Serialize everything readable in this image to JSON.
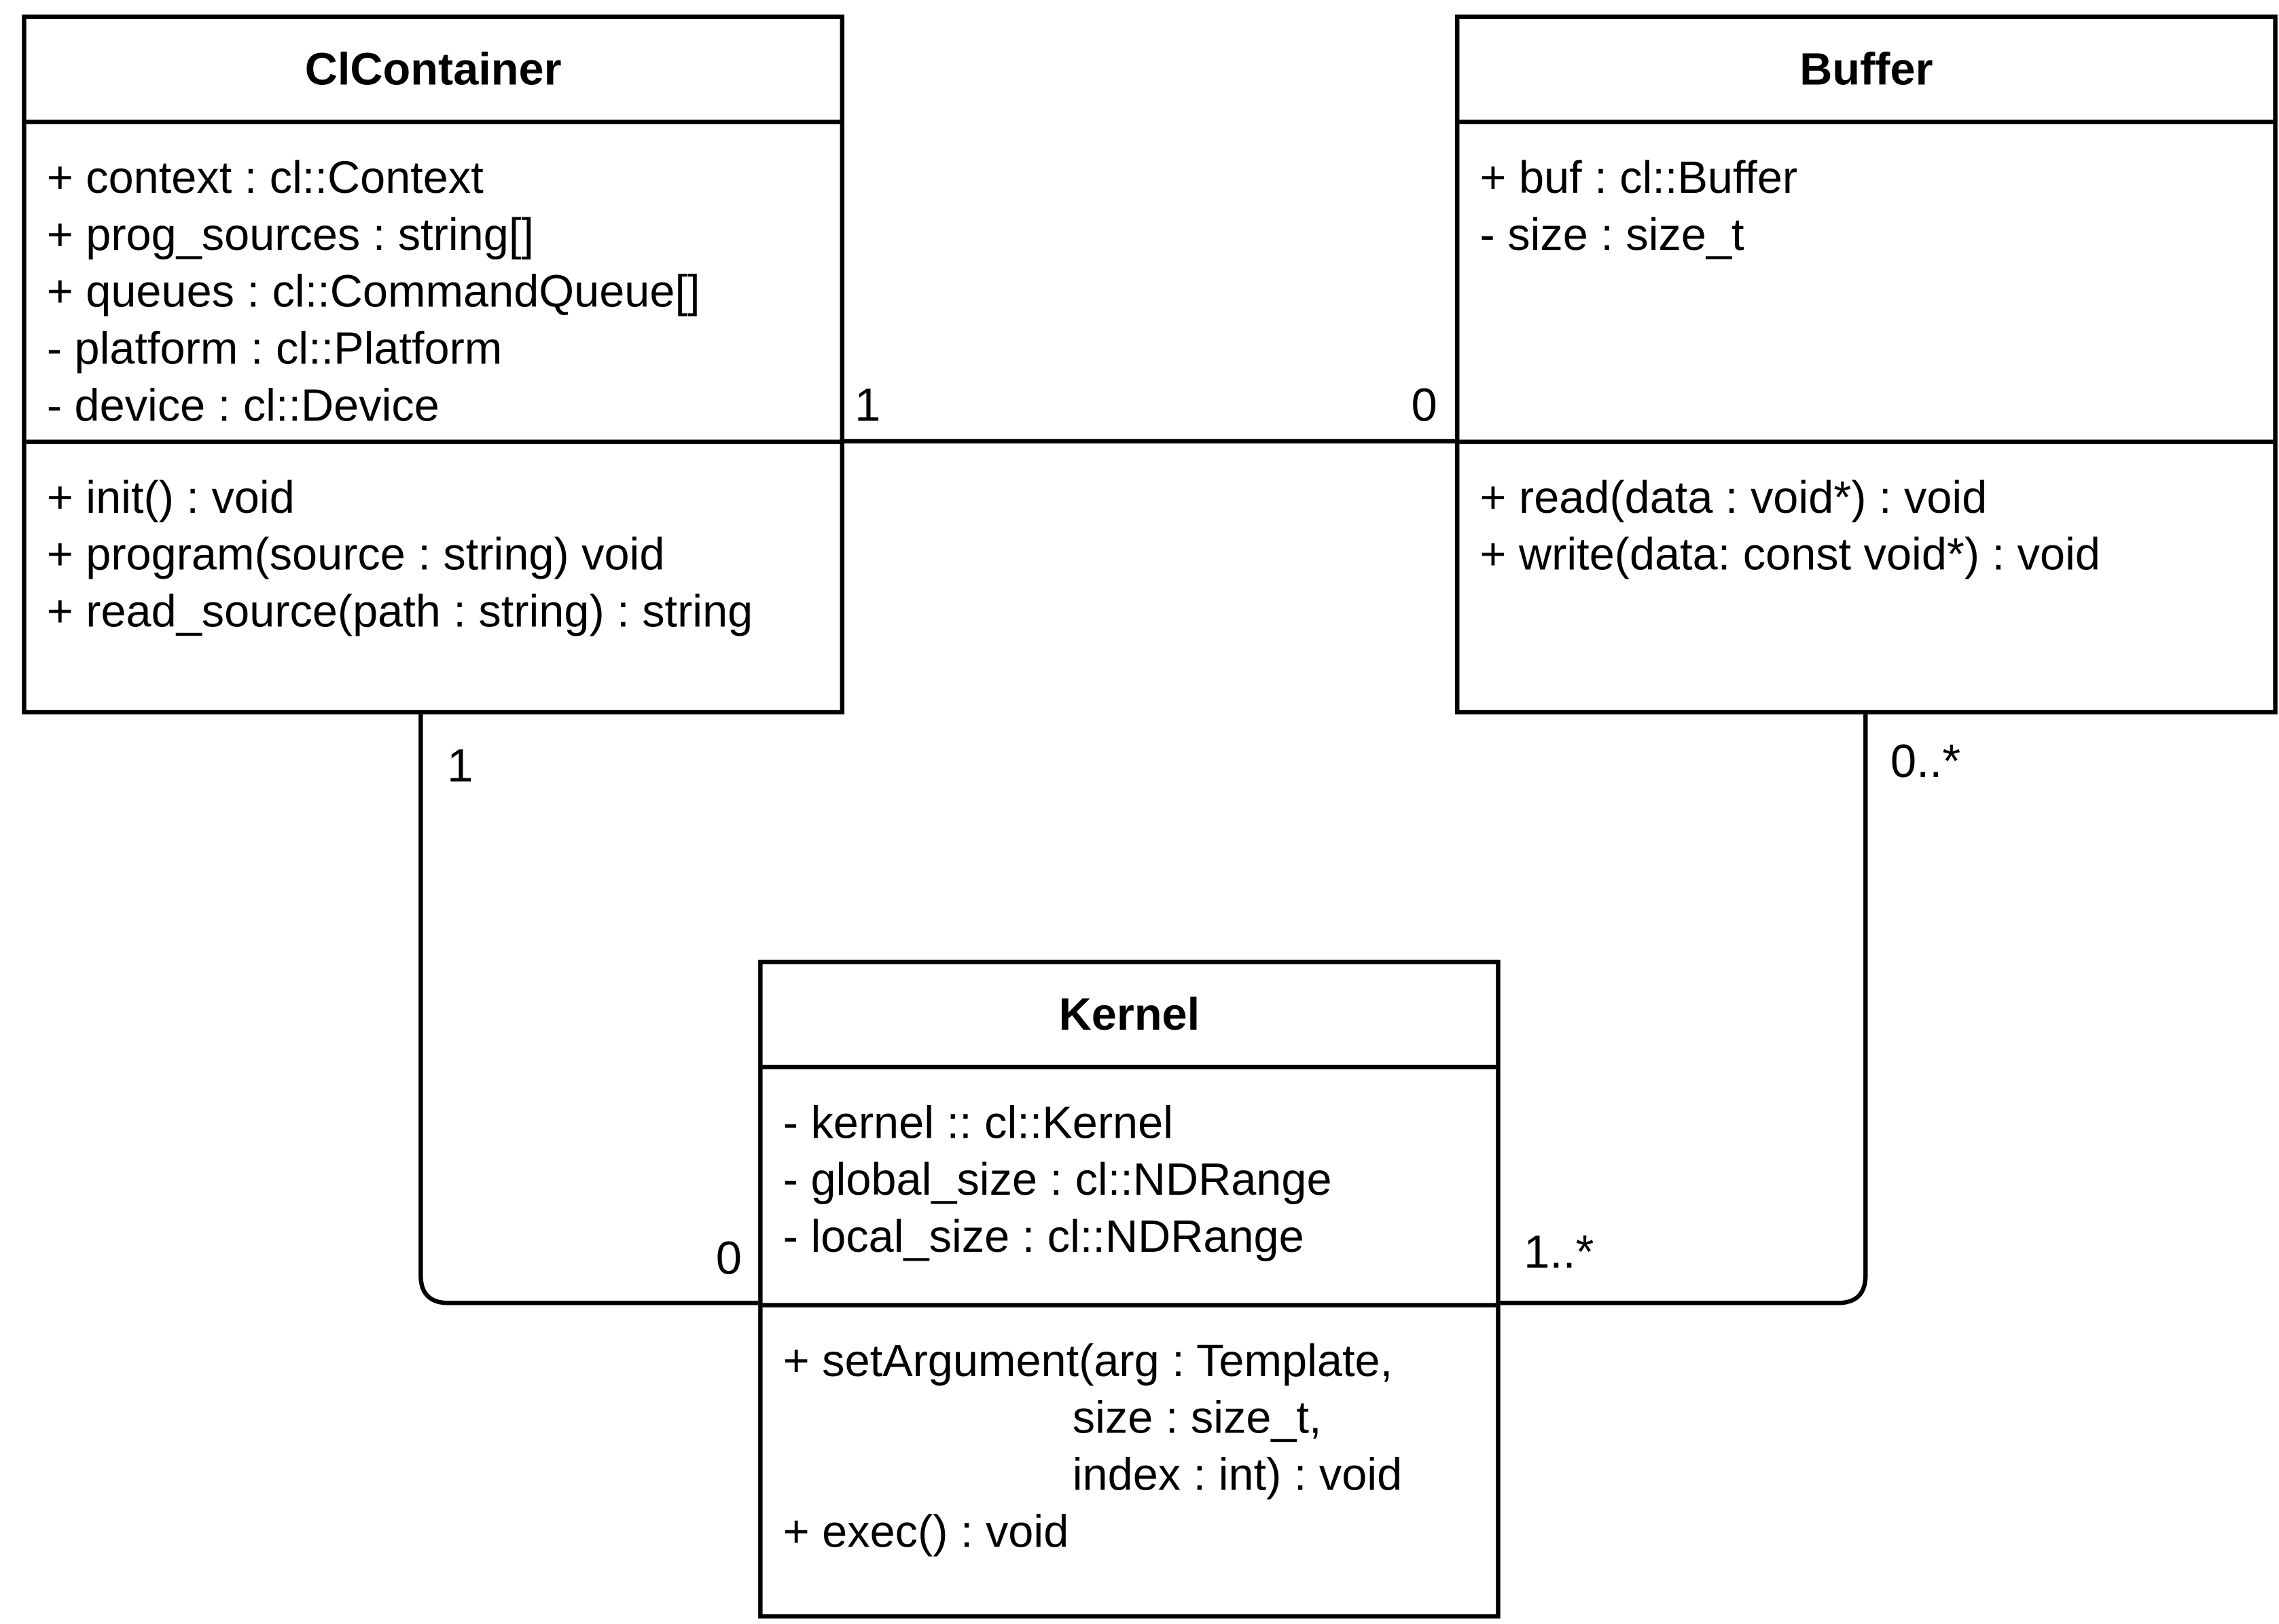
{
  "classes": {
    "clcontainer": {
      "name": "ClContainer",
      "attributes": [
        "+ context : cl::Context",
        "+ prog_sources : string[]",
        "+ queues : cl::CommandQueue[]",
        "- platform : cl::Platform",
        "- device : cl::Device"
      ],
      "methods": [
        "+ init() : void",
        "+ program(source : string) void",
        "+ read_source(path : string) : string"
      ]
    },
    "buffer": {
      "name": "Buffer",
      "attributes": [
        "+ buf : cl::Buffer",
        "- size : size_t"
      ],
      "methods": [
        "+ read(data : void*) : void",
        "+ write(data: const void*) : void"
      ]
    },
    "kernel": {
      "name": "Kernel",
      "attributes": [
        "- kernel :: cl::Kernel",
        "- global_size : cl::NDRange",
        "- local_size : cl::NDRange"
      ],
      "methods": [
        "+ setArgument(arg : Template,",
        "                       size : size_t,",
        "                       index : int) : void",
        "+ exec() : void"
      ]
    }
  },
  "associations": {
    "container_buffer": {
      "container_end": "1",
      "buffer_end": "0"
    },
    "container_kernel": {
      "container_end": "1",
      "kernel_end": "0"
    },
    "buffer_kernel": {
      "buffer_end": "0..*",
      "kernel_end": "1..*"
    }
  },
  "colors": {
    "stroke": "#000000",
    "background": "#ffffff"
  }
}
